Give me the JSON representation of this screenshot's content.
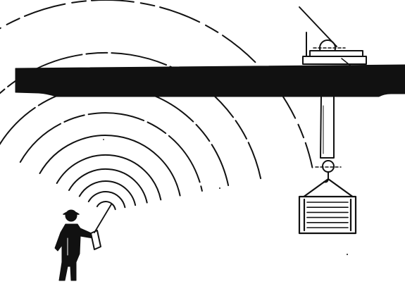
{
  "illustration": {
    "subject": "radio-remote-controlled-overhead-crane",
    "ink_color": "#111111",
    "paper_color": "#ffffff",
    "radio_wave_arc_count": 10,
    "load_slat_count": 6,
    "style": "black-and-white line drawing"
  }
}
